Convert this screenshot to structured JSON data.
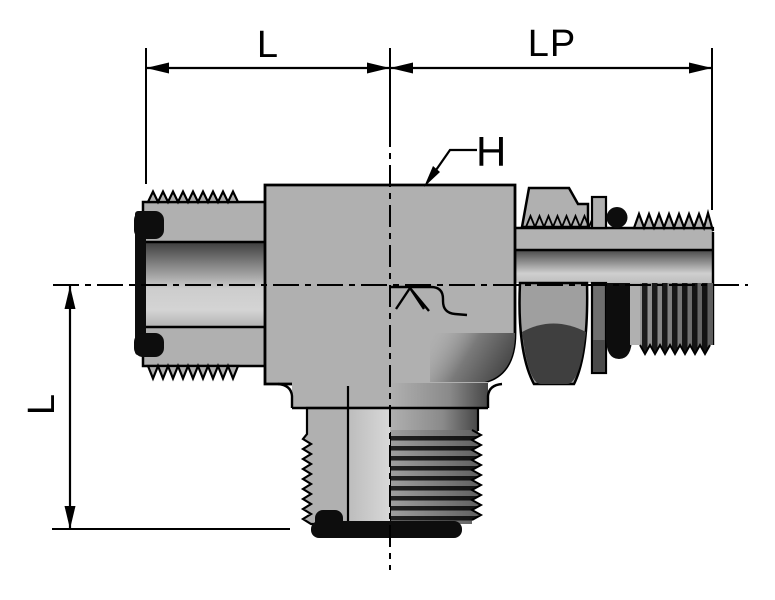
{
  "drawing": {
    "kind": "engineering-dimension-drawing",
    "subject": "run-tee bulkhead fitting, half-section view",
    "dimensions": {
      "top_left": {
        "label": "L"
      },
      "top_right": {
        "label": "LP"
      },
      "left_vertical": {
        "label": "L"
      },
      "callout": {
        "label": "H"
      }
    },
    "colors": {
      "background": "#ffffff",
      "outline": "#000000",
      "body_gray": "#b0b0b0",
      "shadow_gray": "#3f3f3f",
      "seal_black": "#0d0d0d",
      "thread_dark": "#1f1f1f",
      "thread_light": "#9a9a9a"
    }
  }
}
